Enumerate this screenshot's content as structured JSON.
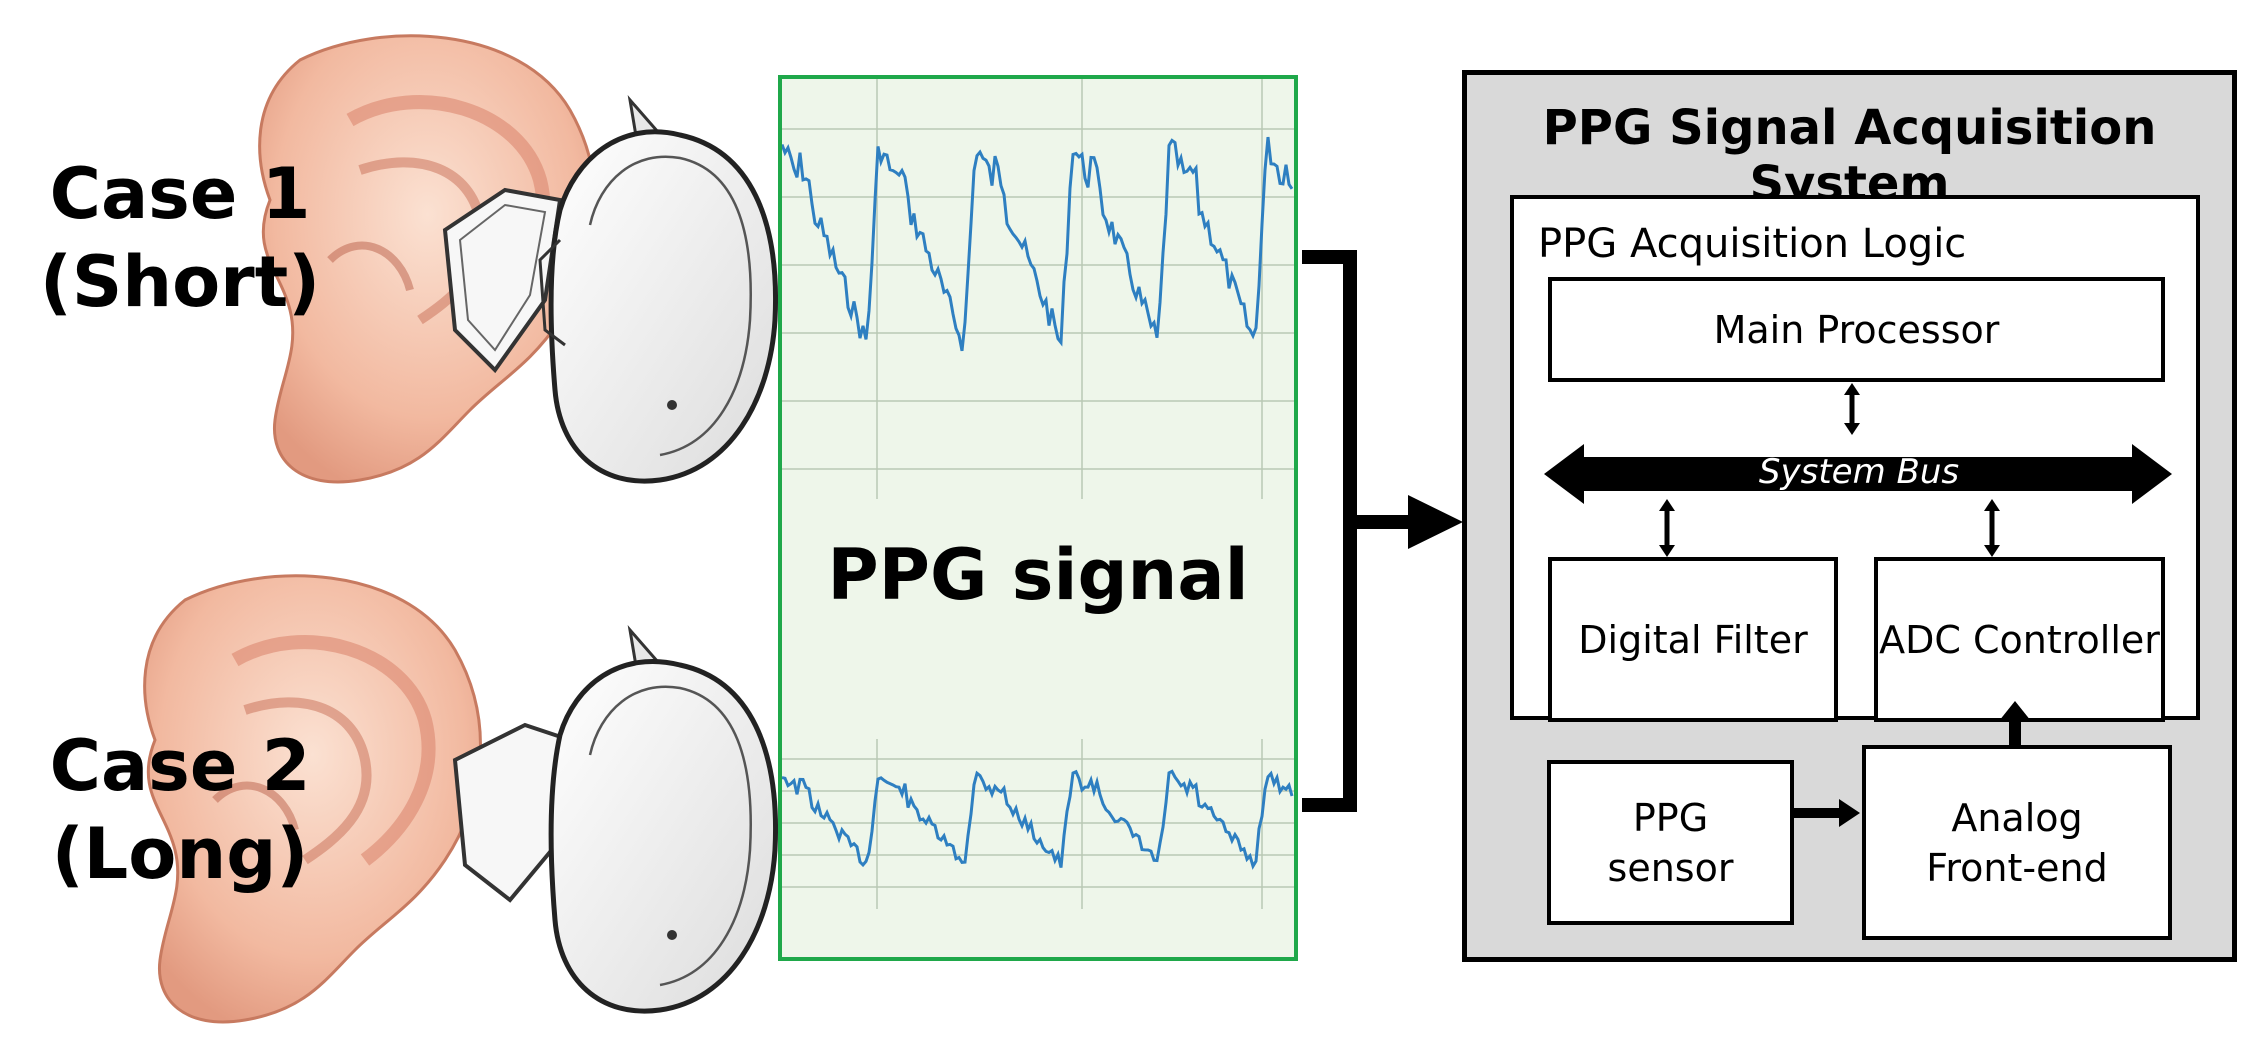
{
  "cases": [
    {
      "line1": "Case 1",
      "line2": "(Short)"
    },
    {
      "line1": "Case 2",
      "line2": "(Long)"
    }
  ],
  "signal_panel": {
    "title": "PPG signal"
  },
  "system": {
    "title": "PPG Signal Acquisition System",
    "logic": {
      "title": "PPG Acquisition Logic",
      "main_processor": "Main Processor",
      "bus": "System Bus",
      "digital_filter": "Digital Filter",
      "adc_controller": "ADC Controller"
    },
    "sensor": {
      "line1": "PPG",
      "line2": "sensor"
    },
    "afe": {
      "line1": "Analog",
      "line2": "Front-end"
    }
  },
  "colors": {
    "panel_border": "#1fa84a",
    "panel_fill": "#eef6ea",
    "signal_line": "#2e7fc1",
    "system_fill": "#d9d9d9",
    "skin": "#f2b9a0",
    "skin_shadow": "#d9826a"
  },
  "icons": [
    "ear-icon",
    "earbud-icon"
  ]
}
